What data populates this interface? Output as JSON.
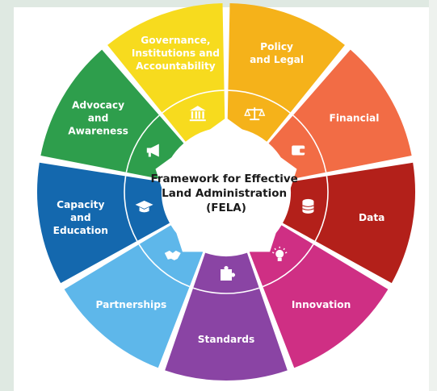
{
  "center": {
    "lines": [
      "Framework for Effective",
      "Land Administration",
      "(FELA)"
    ],
    "fill": "#ffffff",
    "text_color": "#1a1a1a"
  },
  "segments": [
    {
      "id": "policy-and-legal",
      "label": [
        "Policy",
        "and Legal"
      ],
      "color": "#f5b21a",
      "icon": "scales-icon"
    },
    {
      "id": "financial",
      "label": [
        "Financial"
      ],
      "color": "#f26c45",
      "icon": "wallet-icon"
    },
    {
      "id": "data",
      "label": [
        "Data"
      ],
      "color": "#b3201a",
      "icon": "database-icon"
    },
    {
      "id": "innovation",
      "label": [
        "Innovation"
      ],
      "color": "#cf2f84",
      "icon": "lightbulb-icon"
    },
    {
      "id": "standards",
      "label": [
        "Standards"
      ],
      "color": "#8a44a4",
      "icon": "puzzle-icon"
    },
    {
      "id": "partnerships",
      "label": [
        "Partnerships"
      ],
      "color": "#5eb7ea",
      "icon": "handshake-icon"
    },
    {
      "id": "capacity-and-education",
      "label": [
        "Capacity",
        "and",
        "Education"
      ],
      "color": "#1468ae",
      "icon": "graduation-cap-icon"
    },
    {
      "id": "advocacy-and-awareness",
      "label": [
        "Advocacy",
        "and",
        "Awareness"
      ],
      "color": "#2e9e4c",
      "icon": "megaphone-icon"
    },
    {
      "id": "governance",
      "label": [
        "Governance,",
        "Institutions and",
        "Accountability"
      ],
      "color": "#f7db1e",
      "icon": "institution-icon"
    }
  ]
}
